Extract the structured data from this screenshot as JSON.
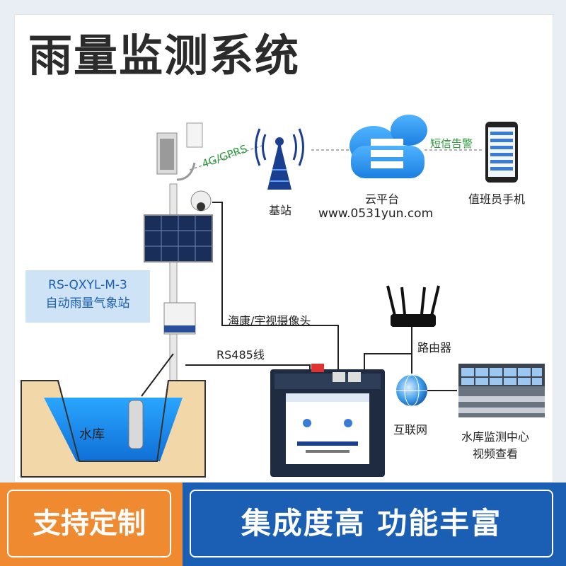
{
  "title": "雨量监测系统",
  "labels": {
    "signal": "4G/GPRS",
    "base_station": "基站",
    "cloud": "云平台",
    "website": "www.0531yun.com",
    "sms": "短信告警",
    "phone": "值班员手机",
    "camera": "海康/宇视摄像头",
    "rs485": "RS485线",
    "router": "路由器",
    "internet": "互联网",
    "reservoir": "水库",
    "center_line1": "水库监测中心",
    "center_line2": "视频查看"
  },
  "model": {
    "code": "RS-QXYL-M-3",
    "name": "自动雨量气象站"
  },
  "banner": {
    "left": "支持定制",
    "right": "集成度高  功能丰富"
  },
  "colors": {
    "accent_blue": "#1a5fb4",
    "accent_orange": "#f08a30",
    "green_text": "#2a9a3a",
    "water": "#1e90ff"
  }
}
